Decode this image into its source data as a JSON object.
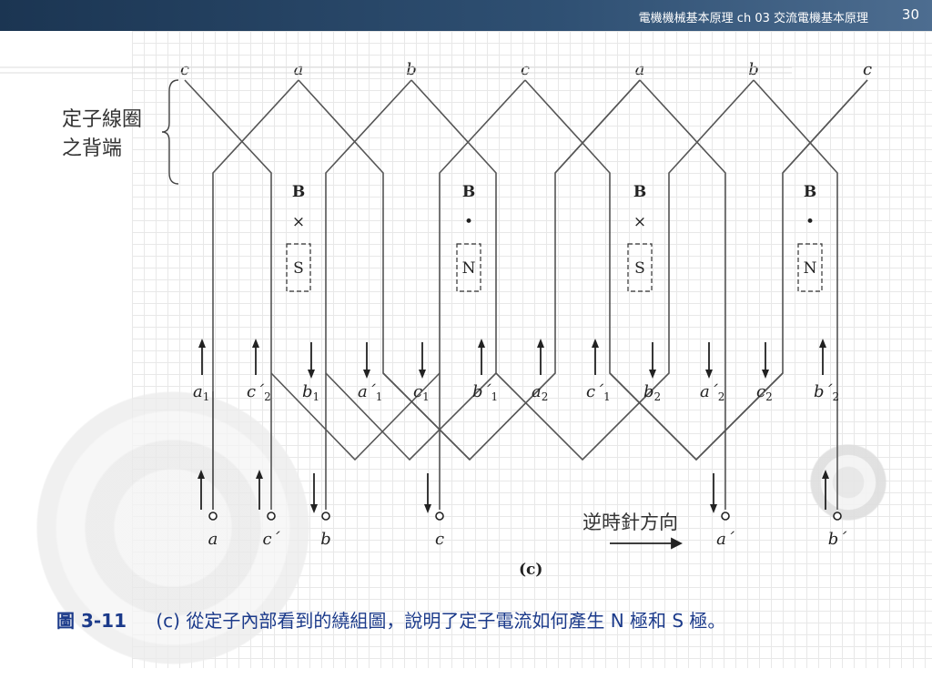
{
  "header": {
    "title": "電機機械基本原理 ch 03  交流電機基本原理",
    "page_number": "30"
  },
  "stator_label": {
    "line1": "定子線圈",
    "line2": "之背端"
  },
  "top_labels": [
    "c",
    "a",
    "b",
    "c",
    "a",
    "b",
    "c"
  ],
  "poles": [
    {
      "field": "B",
      "symbol": "×",
      "pole": "S"
    },
    {
      "field": "B",
      "symbol": "•",
      "pole": "N"
    },
    {
      "field": "B",
      "symbol": "×",
      "pole": "S"
    },
    {
      "field": "B",
      "symbol": "•",
      "pole": "N"
    }
  ],
  "conductors": [
    {
      "base": "a",
      "sub": "1",
      "prime": false,
      "dir": "up"
    },
    {
      "base": "c",
      "sub": "2",
      "prime": true,
      "dir": "up"
    },
    {
      "base": "b",
      "sub": "1",
      "prime": false,
      "dir": "down"
    },
    {
      "base": "a",
      "sub": "1",
      "prime": true,
      "dir": "down"
    },
    {
      "base": "c",
      "sub": "1",
      "prime": false,
      "dir": "down"
    },
    {
      "base": "b",
      "sub": "1",
      "prime": true,
      "dir": "up"
    },
    {
      "base": "a",
      "sub": "2",
      "prime": false,
      "dir": "up"
    },
    {
      "base": "c",
      "sub": "1",
      "prime": true,
      "dir": "up"
    },
    {
      "base": "b",
      "sub": "2",
      "prime": false,
      "dir": "down"
    },
    {
      "base": "a",
      "sub": "2",
      "prime": true,
      "dir": "down"
    },
    {
      "base": "c",
      "sub": "2",
      "prime": false,
      "dir": "down"
    },
    {
      "base": "b",
      "sub": "2",
      "prime": true,
      "dir": "up"
    }
  ],
  "terminals": [
    "a",
    "c´",
    "b",
    "c",
    "a´",
    "b´"
  ],
  "direction_label": "逆時針方向",
  "sub_label": "(c)",
  "caption": {
    "figure_number": "圖 3-11",
    "text": "(c) 從定子內部看到的繞組圖，說明了定子電流如何產生 N 極和 S 極。"
  }
}
